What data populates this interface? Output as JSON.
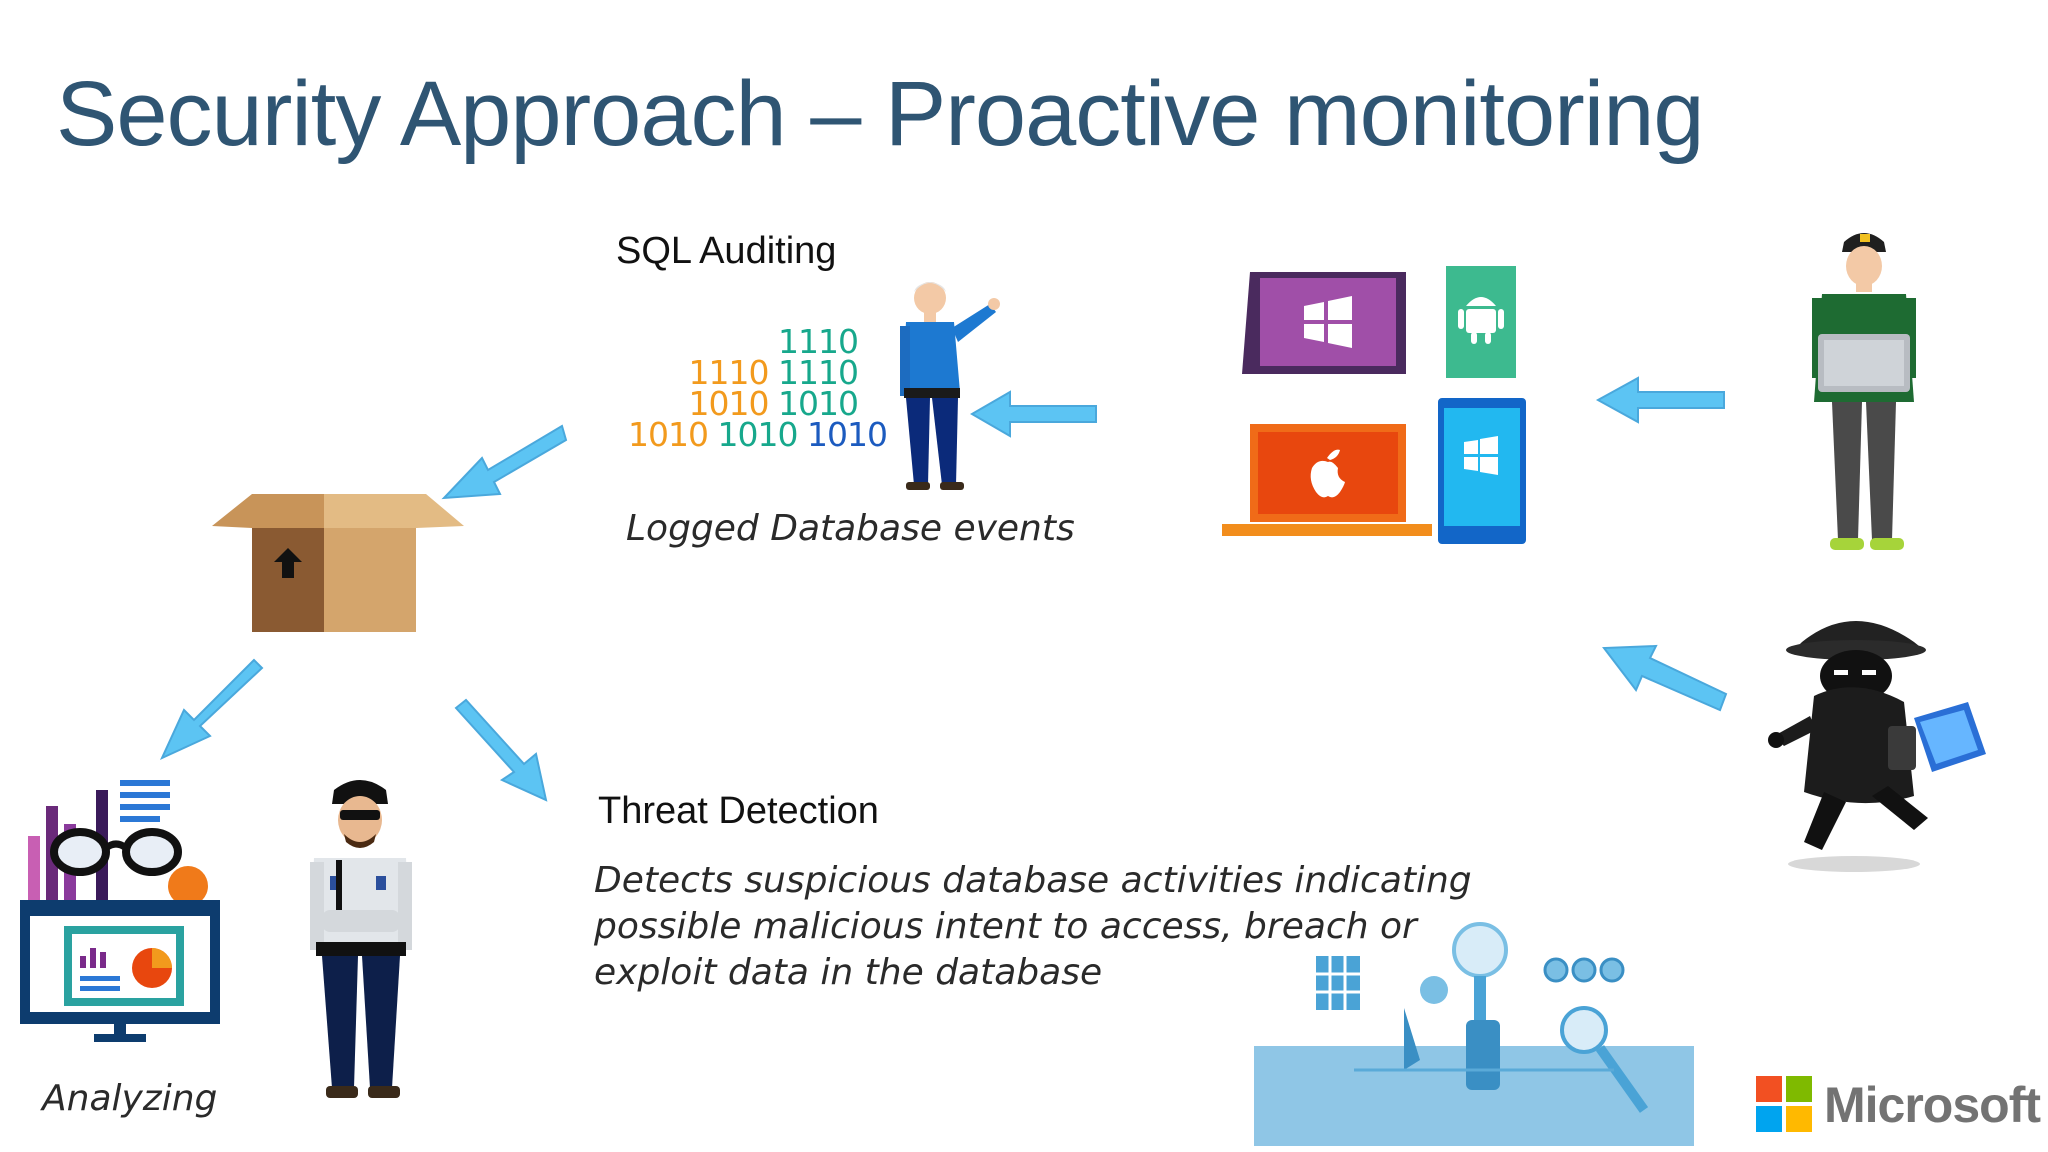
{
  "slide": {
    "title": "Security Approach – Proactive monitoring",
    "sql_auditing": {
      "heading": "SQL Auditing",
      "binary_lines": [
        [
          "1110"
        ],
        [
          "1110",
          "1110"
        ],
        [
          "1010",
          "1010"
        ],
        [
          "1010",
          "1010",
          "1010"
        ]
      ],
      "caption": "Logged Database events"
    },
    "threat_detection": {
      "heading": "Threat Detection",
      "description_lines": [
        "Detects suspicious database activities indicating",
        "possible malicious intent to access, breach or",
        "exploit data in the database"
      ]
    },
    "analyzing_caption": "Analyzing",
    "brand": {
      "name": "Microsoft",
      "colors": [
        "#f25022",
        "#7fba00",
        "#00a4ef",
        "#ffb900"
      ]
    },
    "colors": {
      "title": "#2f5573",
      "arrow": "#5cc4f3",
      "binary_orange": "#f29a1d",
      "binary_green": "#17a88c",
      "binary_blue": "#1c5bbf"
    },
    "icons": [
      "box-icon",
      "admin-person-icon",
      "windows-tablet-icon",
      "android-phone-icon",
      "apple-laptop-icon",
      "windows-phone-icon",
      "user-with-laptop-icon",
      "hacker-icon",
      "analytics-dashboard-icon",
      "security-guard-icon",
      "data-lab-illustration"
    ]
  }
}
